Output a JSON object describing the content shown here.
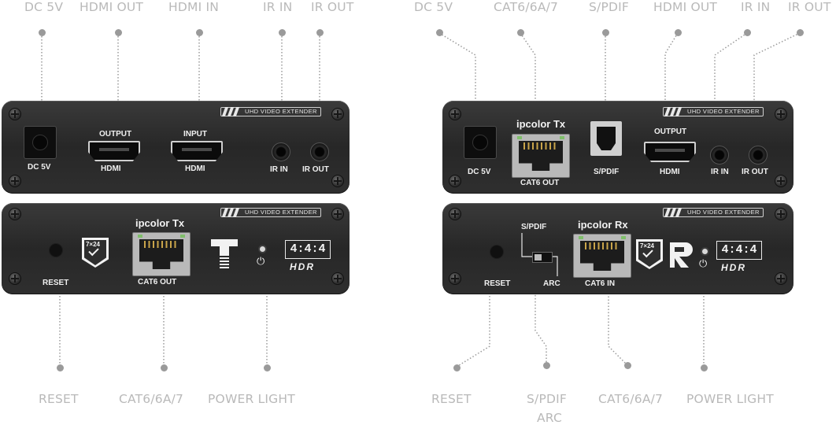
{
  "callouts_top_left": [
    "DC 5V",
    "HDMI OUT",
    "HDMI IN",
    "IR IN",
    "IR OUT"
  ],
  "callouts_bottom_left": [
    "RESET",
    "CAT6/6A/7",
    "POWER LIGHT"
  ],
  "callouts_top_right": [
    "DC 5V",
    "CAT6/6A/7",
    "S/PDIF",
    "HDMI OUT",
    "IR IN",
    "IR OUT"
  ],
  "callouts_bottom_right": [
    "RESET",
    "S/PDIF",
    "ARC",
    "CAT6/6A/7",
    "POWER LIGHT"
  ],
  "banner": "UHD VIDEO EXTENDER",
  "tx_back": {
    "dc": "DC 5V",
    "output": "OUTPUT",
    "hdmi1": "HDMI",
    "input": "INPUT",
    "hdmi2": "HDMI",
    "irin": "IR IN",
    "irout": "IR OUT"
  },
  "tx_front": {
    "brand": "ipcolor Tx",
    "port": "CAT6 OUT",
    "reset": "RESET",
    "badge": "7×24",
    "letter": "T",
    "format": "4:4:4",
    "hdr": "HDR",
    "power_icon": "⏻"
  },
  "rx_back": {
    "brand": "ipcolor Tx",
    "dc": "DC 5V",
    "cat": "CAT6 OUT",
    "spdif": "S/PDIF",
    "output": "OUTPUT",
    "hdmi": "HDMI",
    "irin": "IR IN",
    "irout": "IR OUT"
  },
  "rx_front": {
    "brand": "ipcolor Rx",
    "port": "CAT6 IN",
    "reset": "RESET",
    "spdif": "S/PDIF",
    "arc": "ARC",
    "badge": "7×24",
    "letter": "R",
    "format": "4:4:4",
    "hdr": "HDR",
    "power_icon": "⏻"
  },
  "colors": {
    "panel": "#2e2e2e",
    "callout_text": "#b9b9b9",
    "callout_line": "#9a9a9a"
  }
}
